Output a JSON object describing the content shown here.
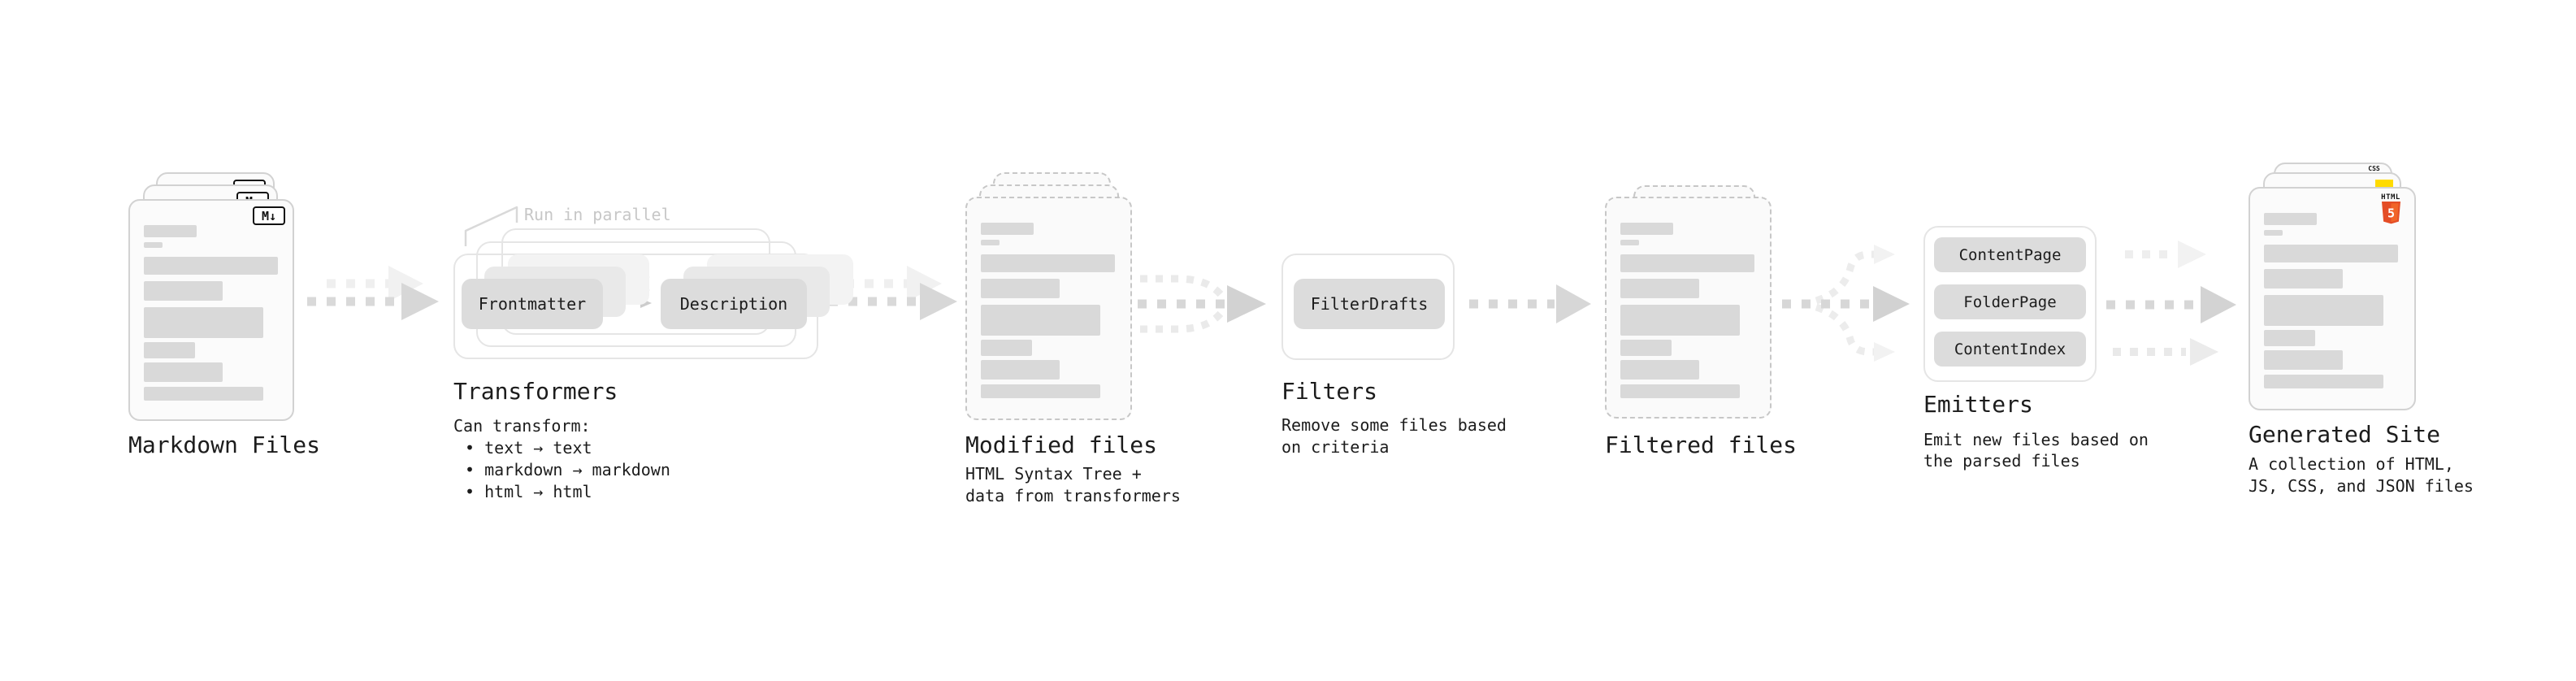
{
  "diagram": {
    "stages": {
      "markdown_files": {
        "label": "Markdown Files",
        "badge": "M↓"
      },
      "transformers": {
        "label": "Transformers",
        "annotation": "Run in parallel",
        "boxes": [
          "Frontmatter",
          "Description"
        ],
        "desc_heading": "Can transform:",
        "bullets": [
          "• text → text",
          "• markdown → markdown",
          "• html → html"
        ]
      },
      "modified_files": {
        "label": "Modified files",
        "desc": [
          "HTML Syntax Tree +",
          "data from transformers"
        ]
      },
      "filters": {
        "label": "Filters",
        "box": "FilterDrafts",
        "desc": [
          "Remove some files based",
          "on criteria"
        ]
      },
      "filtered_files": {
        "label": "Filtered files"
      },
      "emitters": {
        "label": "Emitters",
        "boxes": [
          "ContentPage",
          "FolderPage",
          "ContentIndex"
        ],
        "desc": [
          "Emit new files based on",
          "the parsed files"
        ]
      },
      "generated_site": {
        "label": "Generated Site",
        "desc": [
          "A collection of HTML,",
          "JS, CSS, and JSON files"
        ],
        "badges": {
          "html_label": "HTML",
          "html_number": "5",
          "css_label": "CSS"
        }
      }
    },
    "colors": {
      "ink": "#1c1c1c",
      "annotation_gray": "#c7c7c7",
      "placeholder_bar_gray": "#d9d9d9",
      "chip_gray": "#dcdcdc",
      "outline_gray": "#e5e5e5",
      "arrow_gray": "#d9d9d9",
      "markdown_badge_black": "#111111",
      "html5_orange": "#e44d26",
      "js_yellow": "#ffdb00",
      "css_blue": "#2e6bf0"
    }
  }
}
